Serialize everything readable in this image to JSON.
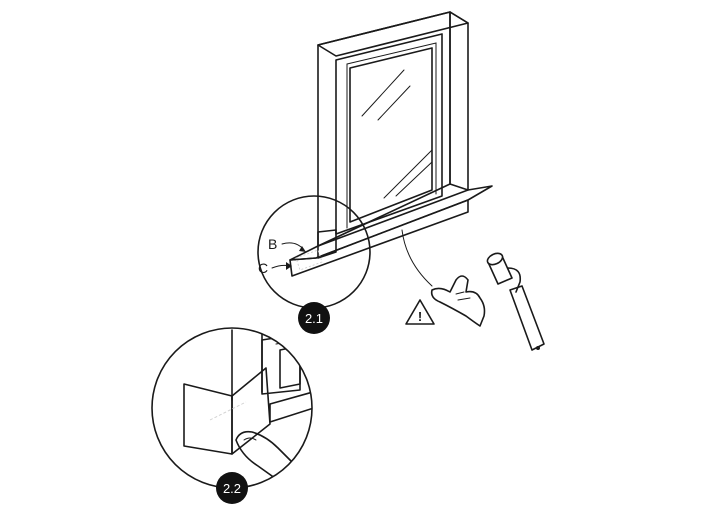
{
  "labels": {
    "b": "B",
    "c": "C",
    "step_1": "2.1",
    "step_2": "2.2",
    "warning_symbol": "!"
  },
  "colors": {
    "line": "#1a1a1a",
    "membrane": "#555555",
    "membrane_dark": "#3f3f3f",
    "badge": "#111111",
    "glass": "#f4f4f4"
  },
  "icons": {
    "warning": "warning-triangle-icon",
    "hand": "thumb-press-hand-icon",
    "roller": "pressure-roller-icon"
  }
}
